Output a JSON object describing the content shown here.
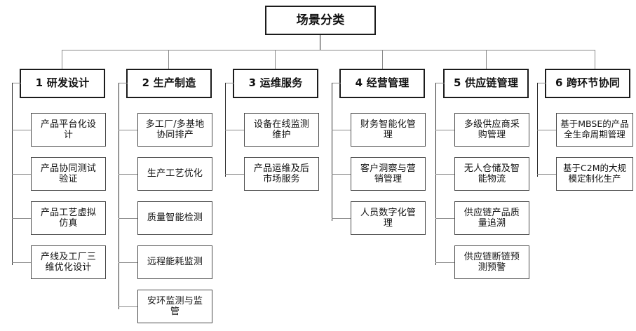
{
  "diagram": {
    "root": {
      "label": "场景分类"
    },
    "columns": [
      {
        "id": "col-1",
        "header": "1 研发设计",
        "children": [
          "产品平台化设\n计",
          "产品协同测试\n验证",
          "产品工艺虚拟\n仿真",
          "产线及工厂三\n维优化设计"
        ]
      },
      {
        "id": "col-2",
        "header": "2 生产制造",
        "children": [
          "多工厂/多基地\n协同排产",
          "生产工艺优化",
          "质量智能检测",
          "远程能耗监测",
          "安环监测与监\n管"
        ]
      },
      {
        "id": "col-3",
        "header": "3 运维服务",
        "children": [
          "设备在线监测\n维护",
          "产品运维及后\n市场服务"
        ]
      },
      {
        "id": "col-4",
        "header": "4 经营管理",
        "children": [
          "财务智能化管\n理",
          "客户洞察与营\n销管理",
          "人员数字化管\n理"
        ]
      },
      {
        "id": "col-5",
        "header": "5 供应链管理",
        "children": [
          "多级供应商采\n购管理",
          "无人仓储及智\n能物流",
          "供应链产品质\n量追溯",
          "供应链断链预\n测预警"
        ]
      },
      {
        "id": "col-6",
        "header": "6 跨环节协同",
        "children": [
          "基于MBSE的产品\n全生命周期管理",
          "基于C2M的大规\n模定制化生产"
        ]
      }
    ]
  },
  "style": {
    "box_border": "#3a3a3a",
    "shadow": "#1a1a1a",
    "connector": "#8a8a8a",
    "text": "#111111",
    "background": "#ffffff"
  }
}
